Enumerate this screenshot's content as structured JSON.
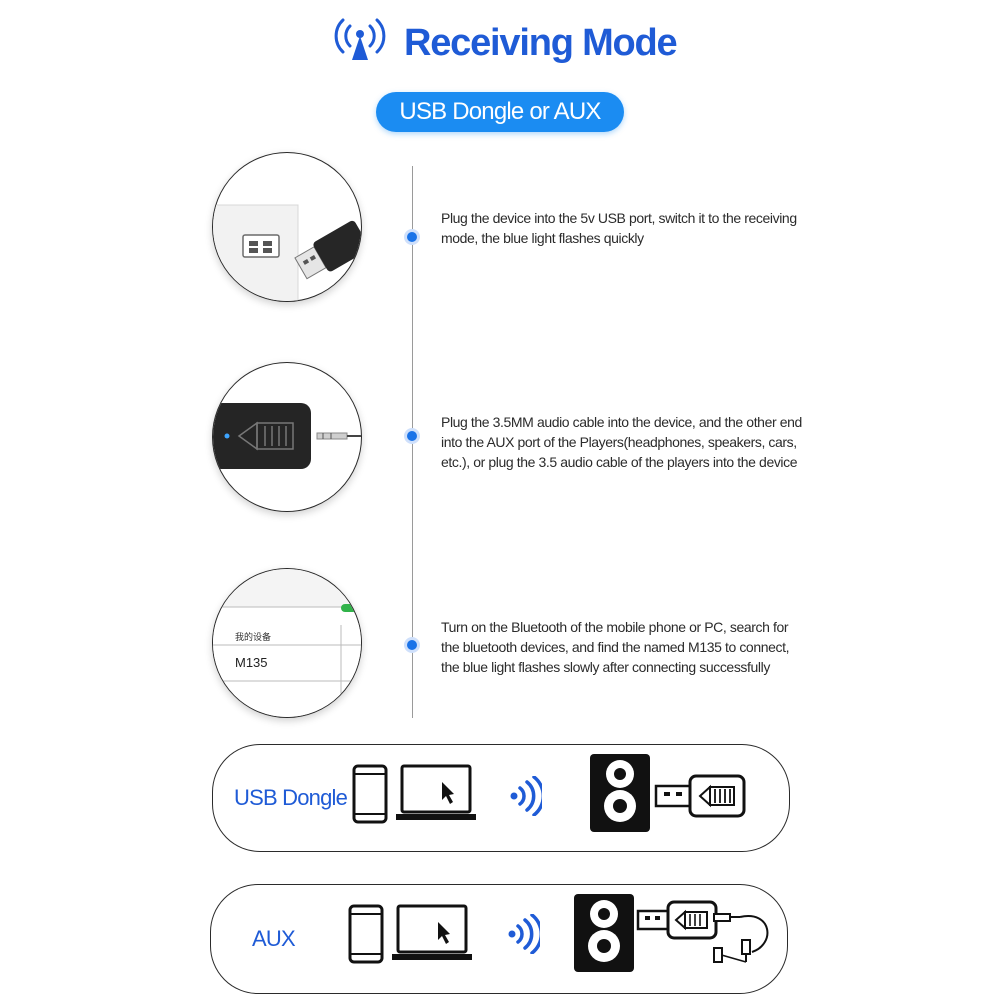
{
  "header": {
    "title": "Receiving Mode",
    "subtitle_pill": "USB Dongle or AUX"
  },
  "steps": [
    {
      "text": "Plug the device into the 5v USB port, switch it to the receiving mode, the blue light flashes quickly"
    },
    {
      "text": "Plug the 3.5MM audio cable into the device, and the other end into the AUX port of the Players(headphones, speakers, cars, etc.), or plug the 3.5 audio cable of the players into the device"
    },
    {
      "text": "Turn on the Bluetooth of the mobile phone or PC, search for the bluetooth devices, and find the named M135 to connect, the blue light flashes slowly after connecting successfully",
      "screen_section_label": "我的设备",
      "screen_device_name": "M135"
    }
  ],
  "cards": [
    {
      "label": "USB Dongle",
      "icons": [
        "phone-icon",
        "laptop-icon",
        "wireless-signal-icon",
        "speaker-icon",
        "usb-dongle-icon"
      ]
    },
    {
      "label": "AUX",
      "icons": [
        "phone-icon",
        "laptop-icon",
        "wireless-signal-icon",
        "speaker-icon",
        "usb-dongle-icon",
        "aux-cable-icon"
      ]
    }
  ],
  "colors": {
    "accent_blue": "#1b8cf2",
    "title_blue": "#1f5bd6",
    "dot_blue": "#1a73e8"
  }
}
